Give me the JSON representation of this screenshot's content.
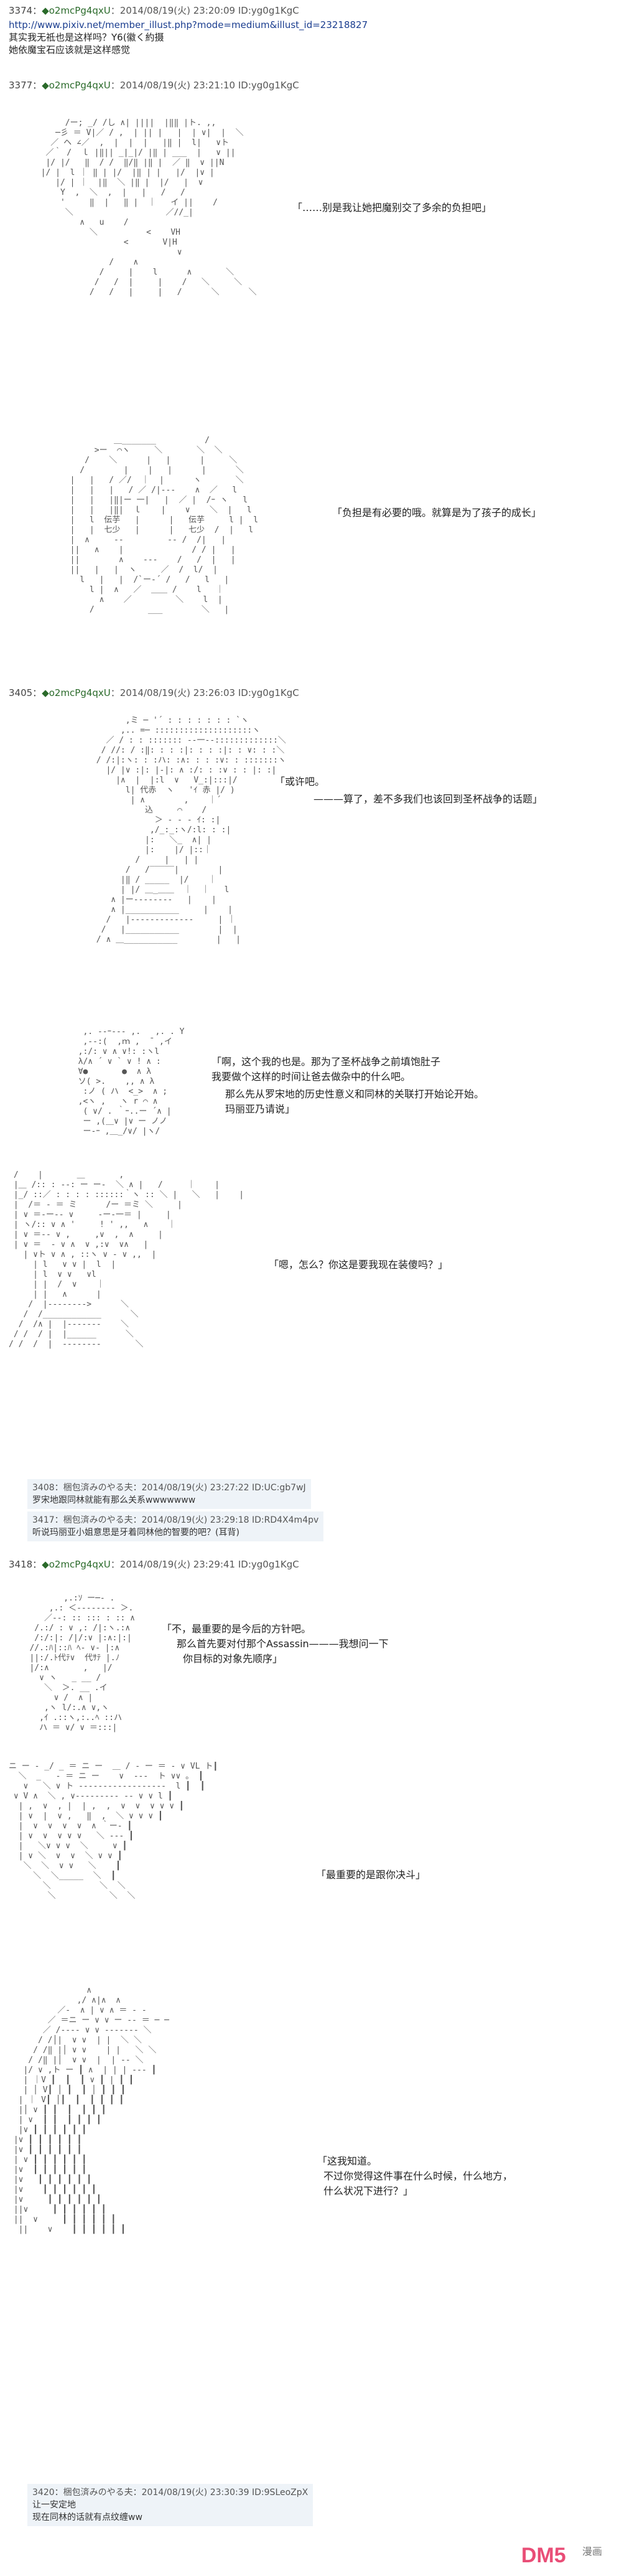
{
  "posts": [
    {
      "header": {
        "num": "3374：",
        "name": "◆o2mcPg4qxU",
        "date": "：2014/08/19(火) 23:20:09",
        "id": "ID:yg0g1KgC"
      },
      "lines": [
        "http://www.pixiv.net/member_illust.php?mode=medium&illust_id=23218827",
        "其实我无祗也是这样吗？Y6(徽く約摄",
        "她依魔宝石应该就是这样感觉"
      ]
    },
    {
      "header": {
        "num": "3377：",
        "name": "◆o2mcPg4qxU",
        "date": "：2014/08/19(火) 23:21:10",
        "id": "ID:yg0g1KgC"
      },
      "speech": [
        "「……别是我让她把魔别交了多余的负担吧」",
        "「负担是有必要的哦。就算是为了孩子的成长」"
      ]
    },
    {
      "header": {
        "num": "3405：",
        "name": "◆o2mcPg4qxU",
        "date": "：2014/08/19(火) 23:26:03",
        "id": "ID:yg0g1KgC"
      },
      "speech": [
        "「或许吧。",
        "———算了，差不多我们也该回到圣杯战争的话题」",
        "「啊，这个我的也是。那为了圣杯战争之前填饱肚子",
        "我要做个这样的时间让爸去做杂中的什么吧。",
        "那么先从罗宋地的历史性意义和同林的关联打开始论开始。",
        "玛丽亚乃请说」",
        "「嗯，怎么？你这是要我现在装傻吗？」"
      ]
    }
  ],
  "replies1": [
    {
      "head": "3408：梱包済みのやる夫：2014/08/19(火) 23:27:22 ID:UC:gb7wJ",
      "body": "罗宋地跟同林就能有那么关系wwwwwww"
    },
    {
      "head": "3417：梱包済みのやる夫：2014/08/19(火) 23:29:18 ID:RD4X4m4pv",
      "body": "听说玛丽亚小姐意思是牙着同林他的智要的吧？(耳背)"
    }
  ],
  "post4": {
    "header": {
      "num": "3418：",
      "name": "◆o2mcPg4qxU",
      "date": "：2014/08/19(火) 23:29:41",
      "id": "ID:yg0g1KgC"
    },
    "speech": [
      "「不，最重要的是今后的方针吧。",
      "那么首先要对付那个Assassin———我想问一下",
      "你目标的对象先顺序」",
      "「最重要的是跟你决斗」",
      "「这我知道。",
      "不过你觉得这件事在什么时候，什么地方，",
      "什么状况下进行？」"
    ]
  },
  "replies2": [
    {
      "head": "3420：梱包済みのやる夫：2014/08/19(火) 23:30:39 ID:9SLeoZpX",
      "body1": "让一安定地",
      "body2": "现在同林的话就有点纹缠ww"
    }
  ],
  "logo": {
    "text": "DM5",
    "sub": "漫画"
  }
}
